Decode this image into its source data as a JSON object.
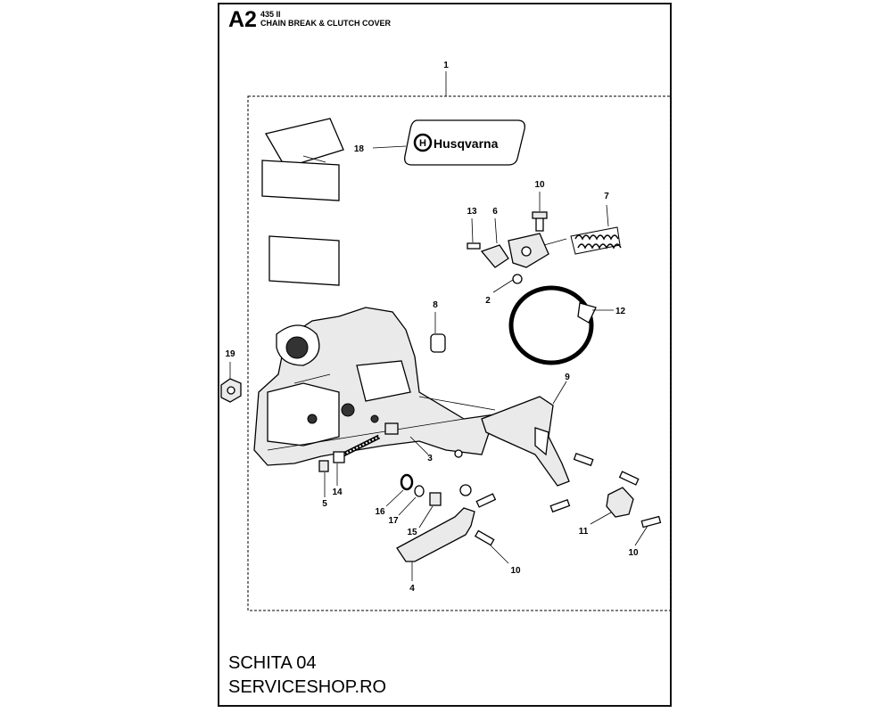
{
  "header": {
    "code": "A2",
    "model": "435 II",
    "title": "CHAIN BREAK & CLUTCH COVER"
  },
  "logo": {
    "text": "Husqvarna"
  },
  "footer": {
    "line1": "SCHITA 04",
    "line2": "SERVICESHOP.RO"
  },
  "callouts": {
    "c1": "1",
    "c2": "2",
    "c3": "3",
    "c4": "4",
    "c5": "5",
    "c6": "6",
    "c7": "7",
    "c8": "8",
    "c9": "9",
    "c10a": "10",
    "c10b": "10",
    "c10c": "10",
    "c11": "11",
    "c12": "12",
    "c13": "13",
    "c14": "14",
    "c15": "15",
    "c16": "16",
    "c17": "17",
    "c18": "18",
    "c19": "19"
  }
}
